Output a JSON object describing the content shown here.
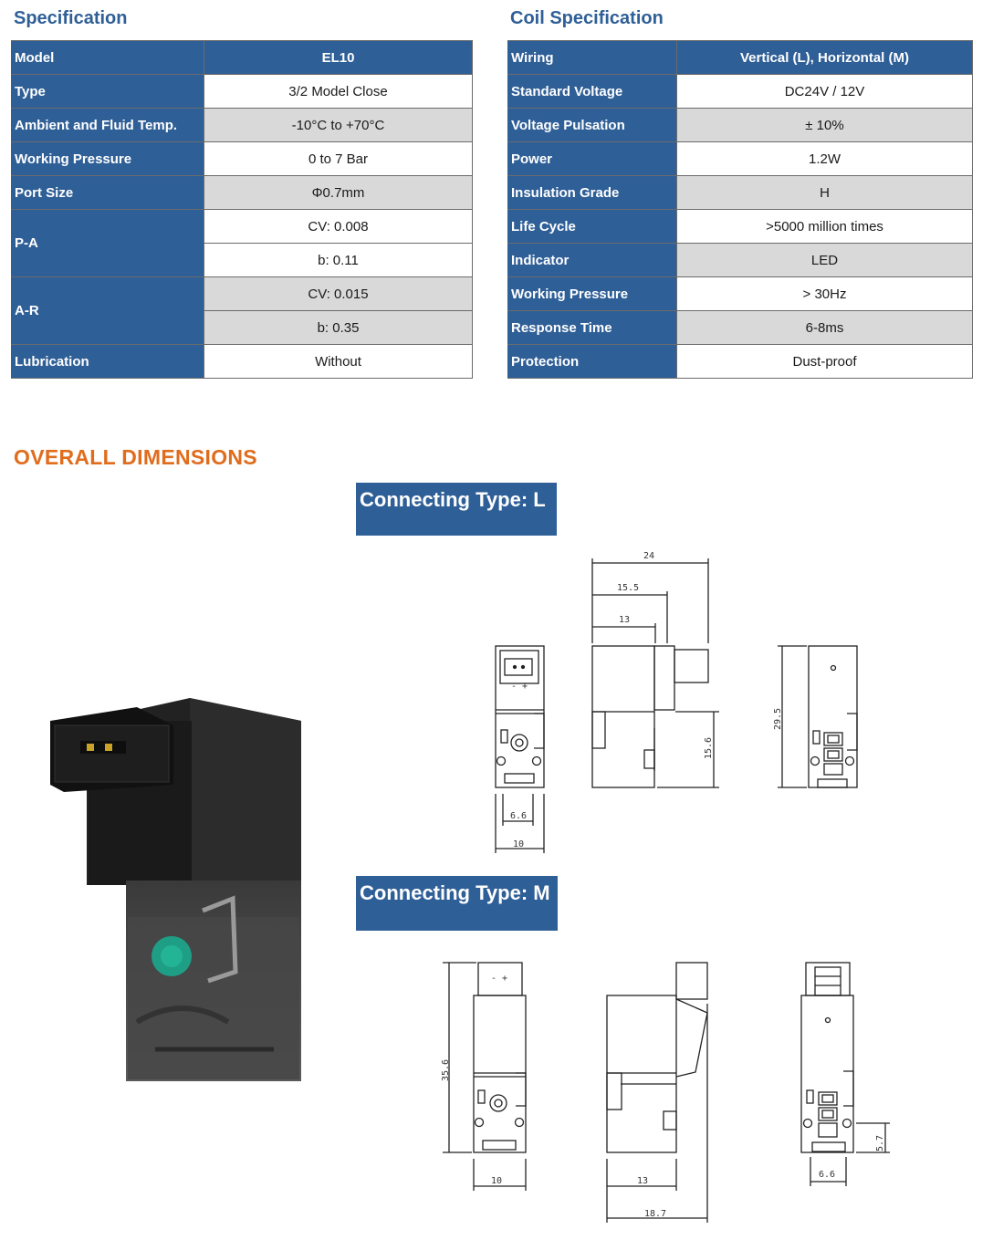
{
  "spec": {
    "title": "Specification",
    "rows": [
      {
        "label": "Model",
        "values": [
          "EL10"
        ]
      },
      {
        "label": "Type",
        "values": [
          "3/2 Model Close"
        ]
      },
      {
        "label": "Ambient and Fluid Temp.",
        "values": [
          "-10°C to +70°C"
        ]
      },
      {
        "label": "Working Pressure",
        "values": [
          "0 to 7 Bar"
        ]
      },
      {
        "label": "Port Size",
        "values": [
          "Φ0.7mm"
        ]
      },
      {
        "label": "P-A",
        "values": [
          "CV: 0.008",
          "b: 0.11"
        ]
      },
      {
        "label": "A-R",
        "values": [
          "CV: 0.015",
          "b: 0.35"
        ]
      },
      {
        "label": "Lubrication",
        "values": [
          "Without"
        ]
      }
    ]
  },
  "coil": {
    "title": "Coil Specification",
    "rows": [
      {
        "label": "Wiring",
        "value": "Vertical (L), Horizontal (M)"
      },
      {
        "label": "Standard Voltage",
        "value": "DC24V / 12V"
      },
      {
        "label": "Voltage Pulsation",
        "value": "± 10%"
      },
      {
        "label": "Power",
        "value": "1.2W"
      },
      {
        "label": "Insulation Grade",
        "value": "H"
      },
      {
        "label": "Life Cycle",
        "value": ">5000 million times"
      },
      {
        "label": "Indicator",
        "value": "LED"
      },
      {
        "label": "Working Pressure",
        "value": "> 30Hz"
      },
      {
        "label": "Response Time",
        "value": "6-8ms"
      },
      {
        "label": "Protection",
        "value": "Dust-proof"
      }
    ]
  },
  "dimensions": {
    "title": "OVERALL DIMENSIONS",
    "type_l": {
      "label": "Connecting Type: L",
      "dims": {
        "w24": "24",
        "w15_5": "15.5",
        "w13": "13",
        "h15_6": "15.6",
        "h29_5": "29.5",
        "w6_6": "6.6",
        "w10": "10",
        "pins": "- +"
      }
    },
    "type_m": {
      "label": "Connecting Type: M",
      "dims": {
        "h35_6": "35.6",
        "w10": "10",
        "w13": "13",
        "w18_7": "18.7",
        "h5_7": "5.7",
        "w6_6": "6.6",
        "pins": "- +"
      }
    }
  },
  "colors": {
    "header_blue": "#2f5f97",
    "row_gray": "#d9d9d9",
    "dim_orange": "#e06c1c"
  }
}
